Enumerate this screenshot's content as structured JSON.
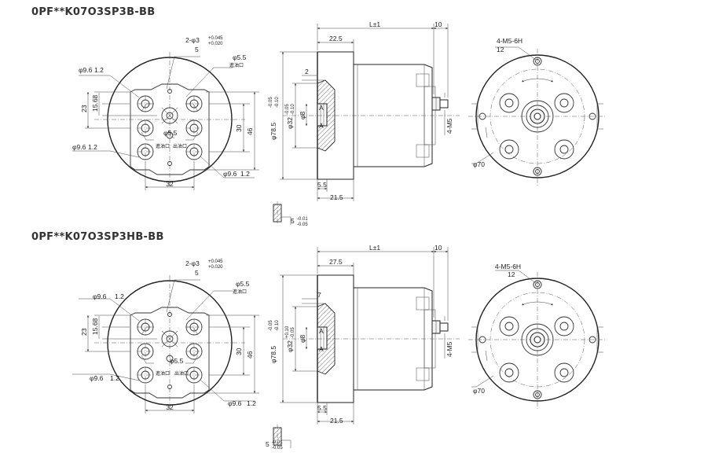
{
  "drawings": [
    {
      "title": "0PF**K07O3SP3B-BB",
      "front": {
        "pin_holes": "2-φ3",
        "pin_tol_upper": "+0.045",
        "pin_tol_lower": "+0.020",
        "pin_depth": "5",
        "port_dia": "φ5.5",
        "port_label": "進油口",
        "cbore_a": "φ9.6",
        "cbore_a_depth": "1.2",
        "cbore_b": "φ9.6",
        "cbore_b_depth": "1.2",
        "cbore_c": "φ9.6",
        "cbore_c_depth": "1.2",
        "center_dia": "φ5.5",
        "dim_23": "23",
        "dim_1568": "15.68",
        "dim_30": "30",
        "dim_46": "46",
        "dim_32": "32",
        "in_label": "進油口",
        "out_label": "出油口"
      },
      "side": {
        "length": "L±1",
        "dim_10": "10",
        "dim_225": "22.5",
        "dim_2": "2",
        "dia_785": "φ78.5",
        "dia_785_tol": "-0.05",
        "dia_785_tol2": "-0.10",
        "dia_32": "φ32",
        "dia_32_tol": "-0.05",
        "dia_32_tol2": "-0.10",
        "dia_8": "φ8",
        "thread": "4-M5",
        "dim_55": "5.5",
        "dim_215": "21.5",
        "section_a": "A",
        "key_width": "5",
        "key_tol": "-0.01",
        "key_tol2": "-0.05"
      },
      "rear": {
        "thread": "4-M5-6H",
        "depth": "12",
        "dia": "φ70"
      }
    },
    {
      "title": "0PF**K07O3SP3HB-BB",
      "front": {
        "pin_holes": "2-φ3",
        "pin_tol_upper": "+0.045",
        "pin_tol_lower": "+0.020",
        "pin_depth": "5",
        "port_dia": "φ5.5",
        "port_label": "進油口",
        "cbore_a": "φ9.6",
        "cbore_a_depth": "1.2",
        "cbore_b": "φ9.6",
        "cbore_b_depth": "1.2",
        "cbore_c": "φ9.6",
        "cbore_c_depth": "1.2",
        "center_dia": "φ5.5",
        "dim_23": "23",
        "dim_1568": "15.68",
        "dim_30": "30",
        "dim_46": "46",
        "dim_32": "32",
        "in_label": "進油口",
        "out_label": "出油口"
      },
      "side": {
        "length": "L±1",
        "dim_10": "10",
        "dim_225": "27.5",
        "dim_2": "7",
        "dia_785": "φ78.5",
        "dia_785_tol": "-0.05",
        "dia_785_tol2": "-0.10",
        "dia_32": "φ32",
        "dia_32_tol": "+0.10",
        "dia_32_tol2": "-0.05",
        "dia_8": "φ8",
        "thread": "4-M5",
        "dim_55": "5.5",
        "dim_215": "21.5",
        "section_a": "A",
        "key_width": "5",
        "key_tol": "-0.01",
        "key_tol2": "-0.05"
      },
      "rear": {
        "thread": "4-M5-6H",
        "depth": "12",
        "dia": "φ70"
      }
    }
  ]
}
